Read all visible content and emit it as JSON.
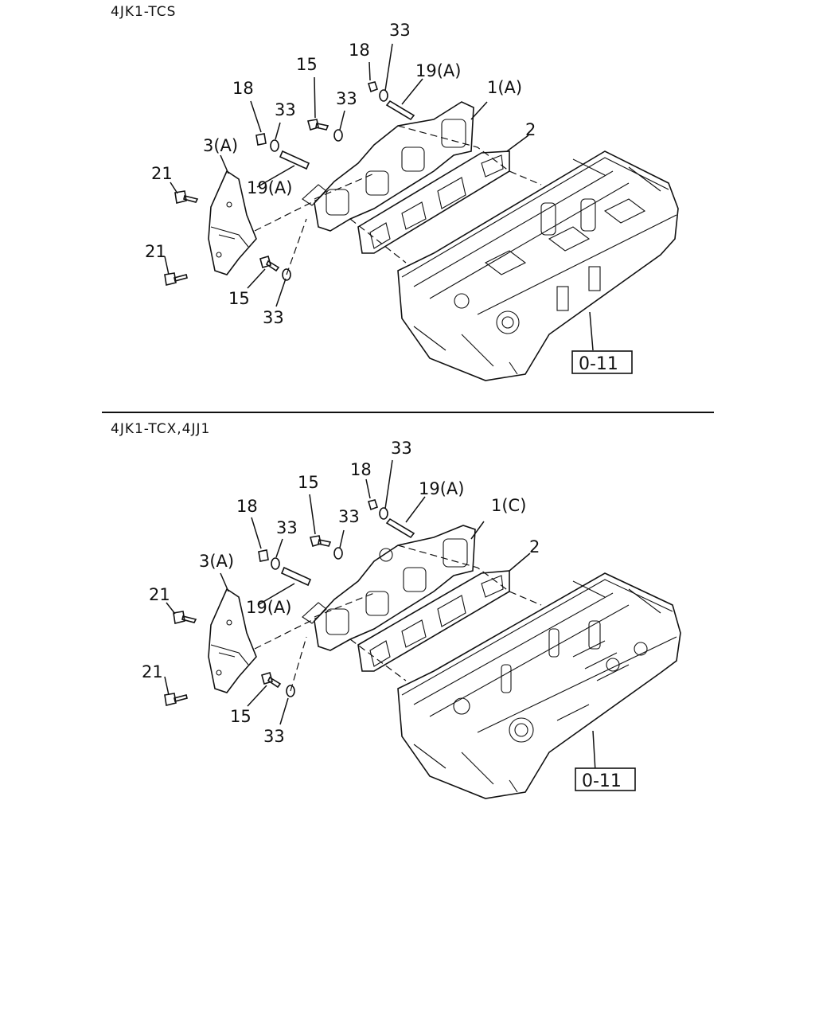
{
  "sections": [
    {
      "title": "4JK1-TCS",
      "labels": {
        "p33_top": "33",
        "p18_top": "18",
        "p19a_top": "19(A)",
        "p15_top": "15",
        "p1": "1(A)",
        "p18_left": "18",
        "p33_mid_a": "33",
        "p33_mid_b": "33",
        "p2": "2",
        "p3a": "3(A)",
        "p21_top": "21",
        "p19a_left": "19(A)",
        "p21_bottom": "21",
        "p15_bottom": "15",
        "p33_bottom": "33"
      },
      "ref_box": "0-11"
    },
    {
      "title": "4JK1-TCX,4JJ1",
      "labels": {
        "p33_top": "33",
        "p18_top": "18",
        "p19a_top": "19(A)",
        "p15_top": "15",
        "p1": "1(C)",
        "p18_left": "18",
        "p33_mid_a": "33",
        "p33_mid_b": "33",
        "p2": "2",
        "p3a": "3(A)",
        "p21_top": "21",
        "p19a_left": "19(A)",
        "p21_bottom": "21",
        "p15_bottom": "15",
        "p33_bottom": "33"
      },
      "ref_box": "0-11"
    }
  ]
}
